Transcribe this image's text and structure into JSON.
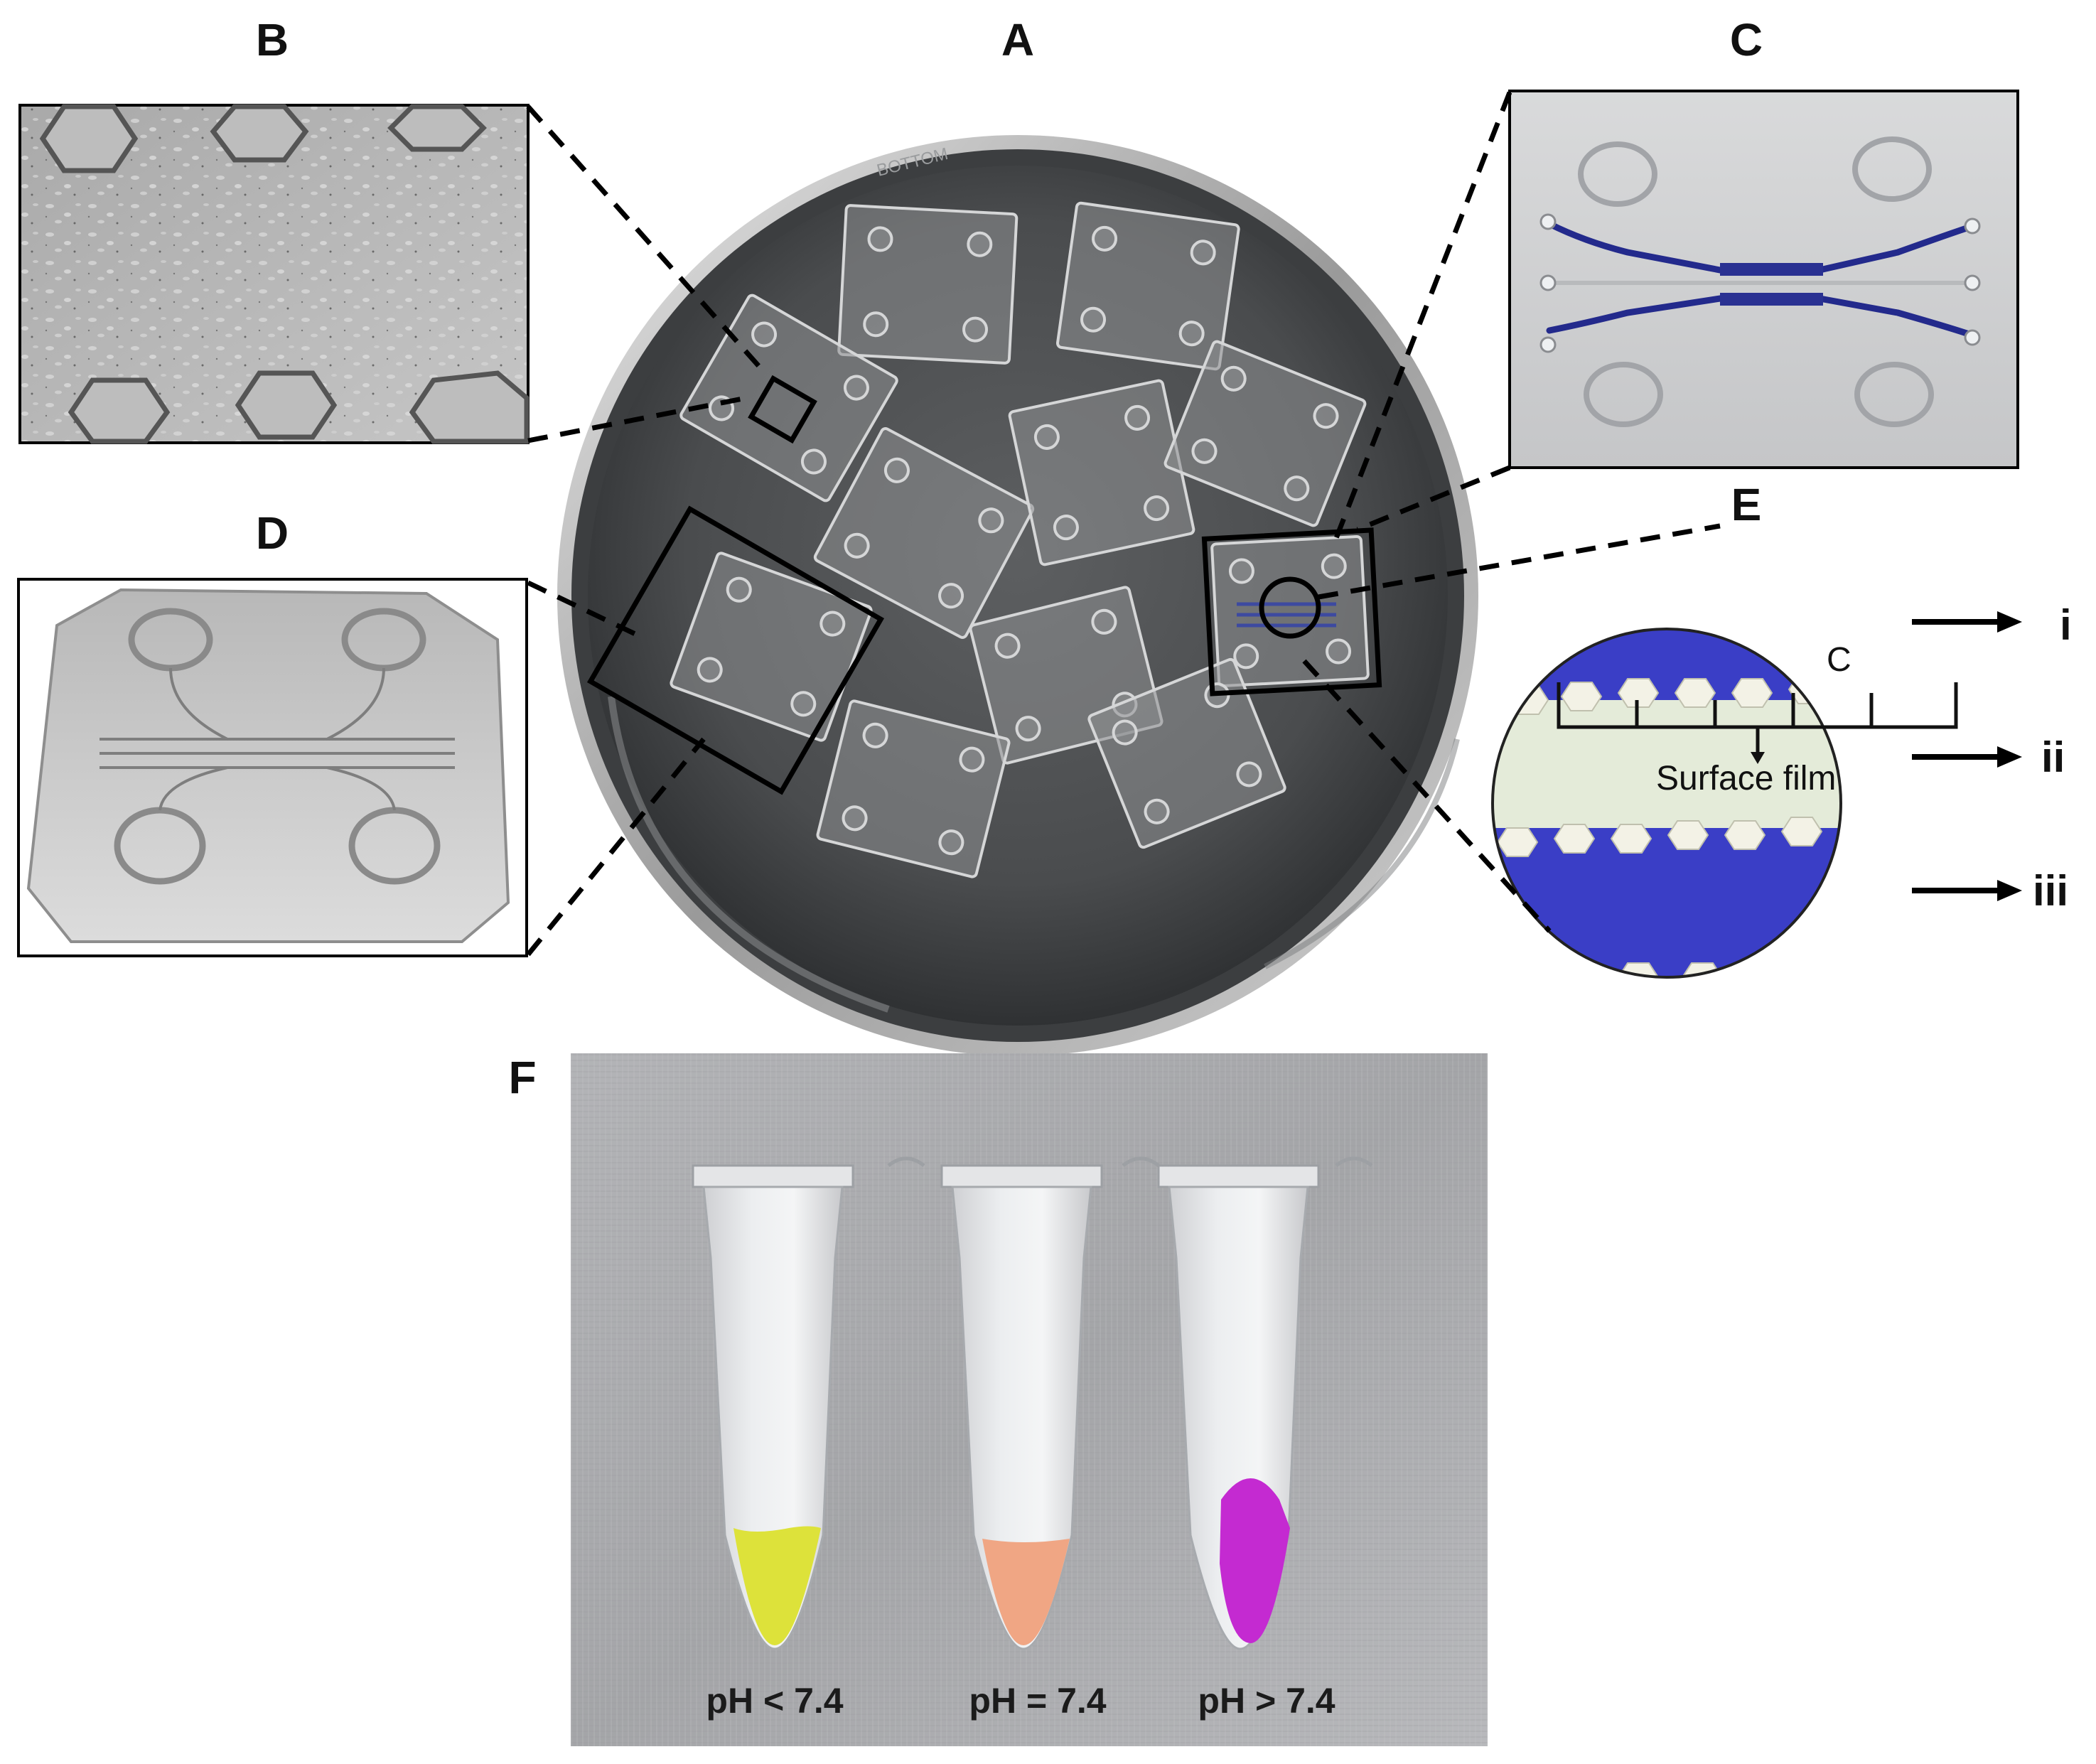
{
  "panels": {
    "a": "A",
    "b": "B",
    "c": "C",
    "d": "D",
    "e": "E",
    "f": "F"
  },
  "magnified_view": {
    "layer_labels": [
      "i",
      "ii",
      "iii"
    ],
    "channel_marker": "C",
    "surface_label": "Surface film",
    "colors": {
      "channel_blue": "#3a3ec6",
      "middle_channel": "#e4ebd9",
      "pillar": "#f3f2e6"
    }
  },
  "dish_rim_text": "BOTTOM",
  "tube_labels": [
    "pH < 7.4",
    "pH = 7.4",
    "pH > 7.4"
  ],
  "tube_colors": [
    "#dde23a",
    "#f0a684",
    "#c42ad1"
  ],
  "icons": [
    "petri-dish",
    "microfluidic-chip",
    "arrow-right",
    "microcentrifuge-tube"
  ]
}
